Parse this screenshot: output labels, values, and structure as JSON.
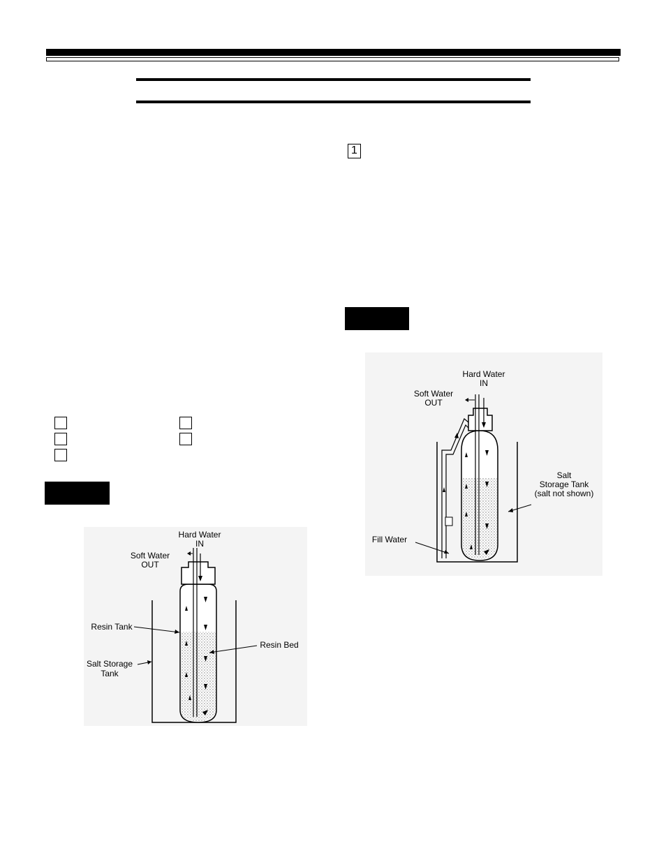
{
  "step_marker": "1",
  "figure_left": {
    "hard_water_in": [
      "Hard Water",
      "IN"
    ],
    "soft_water_out": [
      "Soft Water",
      "OUT"
    ],
    "resin_tank": "Resin Tank",
    "salt_storage_tank": [
      "Salt Storage",
      "Tank"
    ],
    "resin_bed": "Resin Bed"
  },
  "figure_right": {
    "hard_water_in": [
      "Hard Water",
      "IN"
    ],
    "soft_water_out": [
      "Soft Water",
      "OUT"
    ],
    "salt_storage_tank": [
      "Salt",
      "Storage Tank",
      "(salt not shown)"
    ],
    "fill_water": "Fill Water"
  }
}
